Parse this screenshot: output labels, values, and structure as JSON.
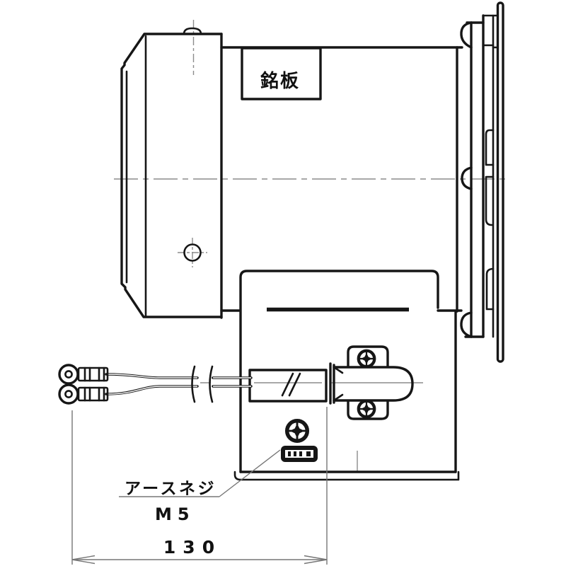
{
  "drawing": {
    "labels": {
      "nameplate": "銘板",
      "earth_screw": "アースネジ",
      "earth_screw_size": "M5"
    },
    "dimension": {
      "width_mm": "130"
    },
    "colors": {
      "outline": "#161616",
      "centerline": "#8c8c8c",
      "dimension_line": "#767676",
      "background": "#ffffff"
    },
    "icons": {
      "earth_screw": "phillips-screw-icon",
      "clamp_screw_top": "phillips-screw-icon",
      "clamp_screw_bottom": "phillips-screw-icon"
    }
  }
}
